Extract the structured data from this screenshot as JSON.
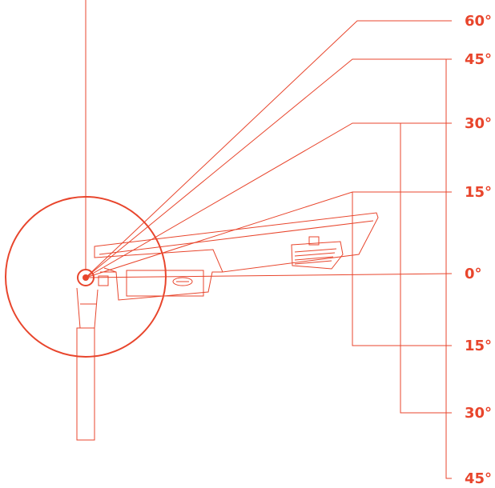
{
  "colors": {
    "accent": "#E8452C",
    "line": "#E8452C",
    "background": "#ffffff"
  },
  "diagram": {
    "upper_labels": [
      "60°",
      "45°",
      "30°",
      "15°"
    ],
    "zero_label": "0°",
    "lower_labels": [
      "15°",
      "30°",
      "45°"
    ]
  }
}
